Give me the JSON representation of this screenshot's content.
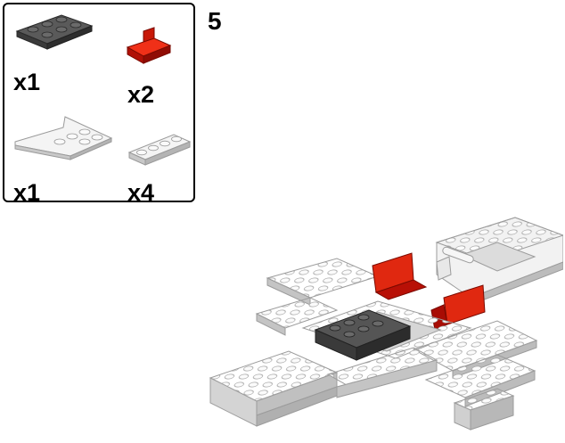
{
  "step": {
    "number": "5"
  },
  "parts": [
    {
      "name": "dark-gray-plate-2x3",
      "color": "#4a4a4a",
      "quantity": "x1"
    },
    {
      "name": "red-panel-1x2",
      "color": "#e02010",
      "quantity": "x2"
    },
    {
      "name": "white-wedge-plate",
      "color": "#f0f0f0",
      "quantity": "x1"
    },
    {
      "name": "white-plate-1x4",
      "color": "#f0f0f0",
      "quantity": "x4"
    }
  ],
  "colors": {
    "white_brick": "#f2f2f2",
    "white_shadow": "#b8b8b8",
    "dark_gray": "#4a4a4a",
    "red": "#e02010",
    "border": "#000000"
  }
}
